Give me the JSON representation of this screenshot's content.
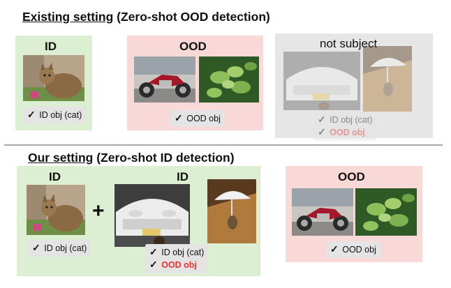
{
  "top": {
    "heading_underlined": "Existing setting",
    "heading_rest": " (Zero-shot OOD detection)",
    "id_panel": {
      "label": "ID",
      "tag": "ID obj (cat)"
    },
    "ood_panel": {
      "label": "OOD",
      "tag": "OOD obj"
    },
    "not_subject_panel": {
      "label": "not subject",
      "tag_id": "ID obj (cat)",
      "tag_ood": "OOD obj"
    }
  },
  "bottom": {
    "heading_underlined": "Our setting",
    "heading_rest": " (Zero-shot ID detection)",
    "id_panel": {
      "label_left": "ID",
      "label_right": "ID",
      "plus": "+",
      "tag_left": "ID obj (cat)",
      "tag_right_id": "ID obj (cat)",
      "tag_right_ood": "OOD obj"
    },
    "ood_panel": {
      "label": "OOD",
      "tag": "OOD obj"
    }
  },
  "check_glyph": "✓",
  "colors": {
    "id_panel": "#dcefd3",
    "ood_panel": "#f9d8d8",
    "not_subject_panel": "#e6e6e6",
    "ood_text": "#e63232"
  }
}
